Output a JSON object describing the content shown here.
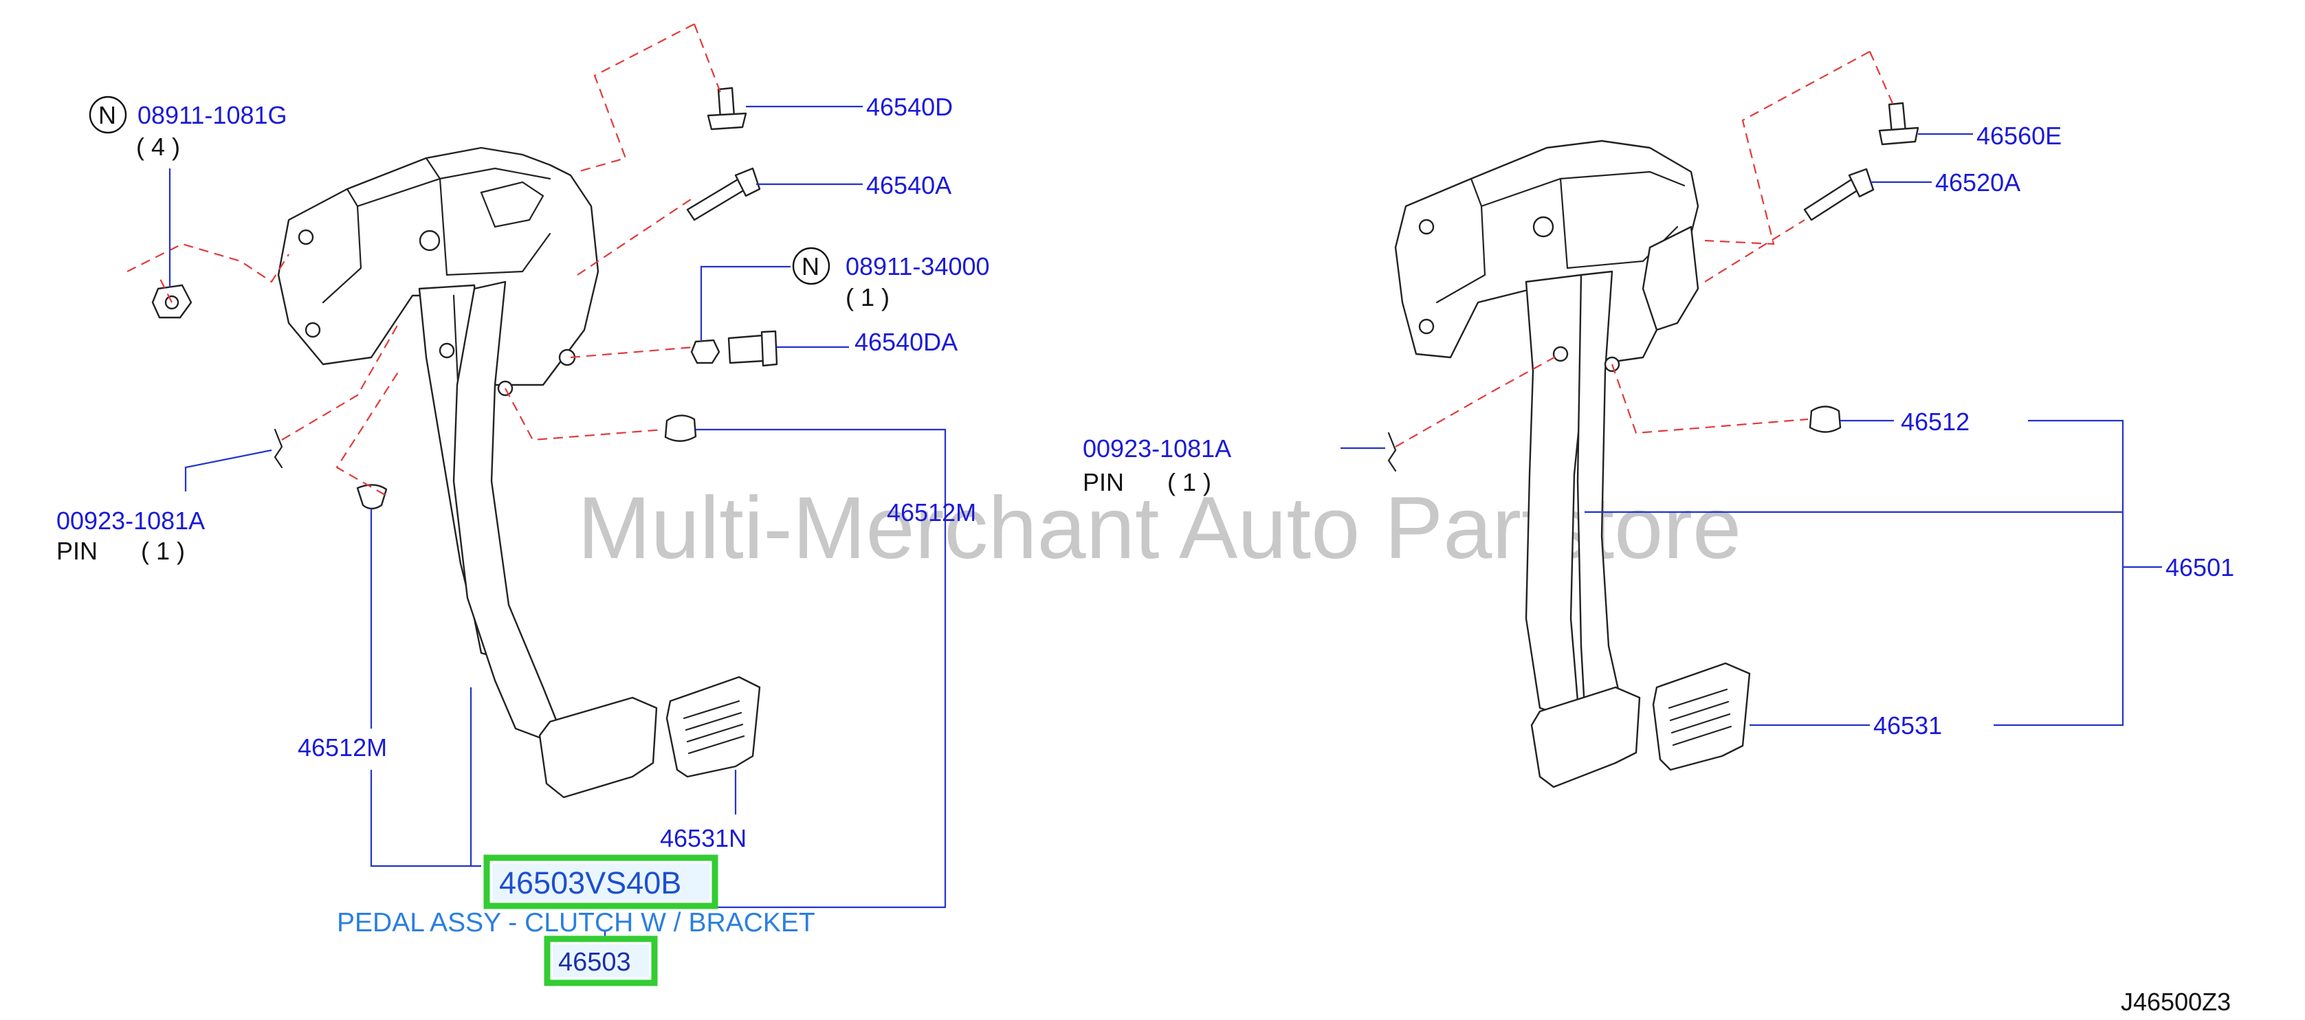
{
  "watermark": "Multi-Merchant Auto Partstore",
  "reference_code": "J46500Z3",
  "left_assembly": {
    "callouts": {
      "nut_g_circle": "N",
      "nut_g_number": "08911-1081G",
      "nut_g_qty": "( 4 )",
      "bolt_d": "46540D",
      "bolt_a": "46540A",
      "nut_34000_circle": "N",
      "nut_34000_number": "08911-34000",
      "nut_34000_qty": "( 1 )",
      "bolt_da": "46540DA",
      "pin_number": "00923-1081A",
      "pin_name": "PIN",
      "pin_qty": "( 1 )",
      "stopper_upper": "46512M",
      "stopper_lower": "46512M",
      "pad": "46531N"
    },
    "assembly_part_number": "46503VS40B",
    "assembly_description": "PEDAL ASSY - CLUTCH W / BRACKET",
    "assembly_base_number": "46503"
  },
  "right_assembly": {
    "callouts": {
      "bolt_e": "46560E",
      "bolt_a": "46520A",
      "pin_number": "00923-1081A",
      "pin_name": "PIN",
      "pin_qty": "( 1 )",
      "stopper": "46512",
      "assembly": "46501",
      "pad": "46531"
    }
  }
}
